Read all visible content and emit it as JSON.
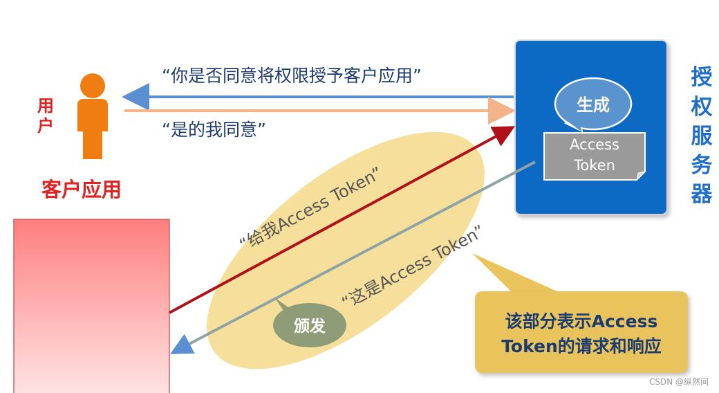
{
  "colors": {
    "user_label": "#e32020",
    "user_figure": "#f07d12",
    "blue_arrow": "#5b8fd1",
    "peach_arrow": "#f4b48a",
    "dark_red_arrow": "#b01018",
    "server_bg": "#0a6ac4",
    "server_title": "#1f6ec8",
    "token_box": "#9a9a9a",
    "bubble_generate": "#5b93cf",
    "ellipse": "#f5d98a",
    "bubble_issue": "#8f9c78",
    "note_box": "#e9c45c"
  },
  "user": {
    "label": "用户",
    "client_app": "客户应用"
  },
  "messages": {
    "ask_consent": "“你是否同意将权限授予客户应用”",
    "consent_reply": "“是的我同意”",
    "request_token": "“给我Access Token”",
    "return_token": "“这是Access Token”"
  },
  "server": {
    "title": "授权服务器",
    "generate_bubble": "生成",
    "token_label_line1": "Access",
    "token_label_line2": "Token"
  },
  "issue_bubble": "颁发",
  "note": {
    "line1": "该部分表示Access",
    "line2": "Token的请求和响应"
  },
  "watermark": "CSDN @纵然间"
}
